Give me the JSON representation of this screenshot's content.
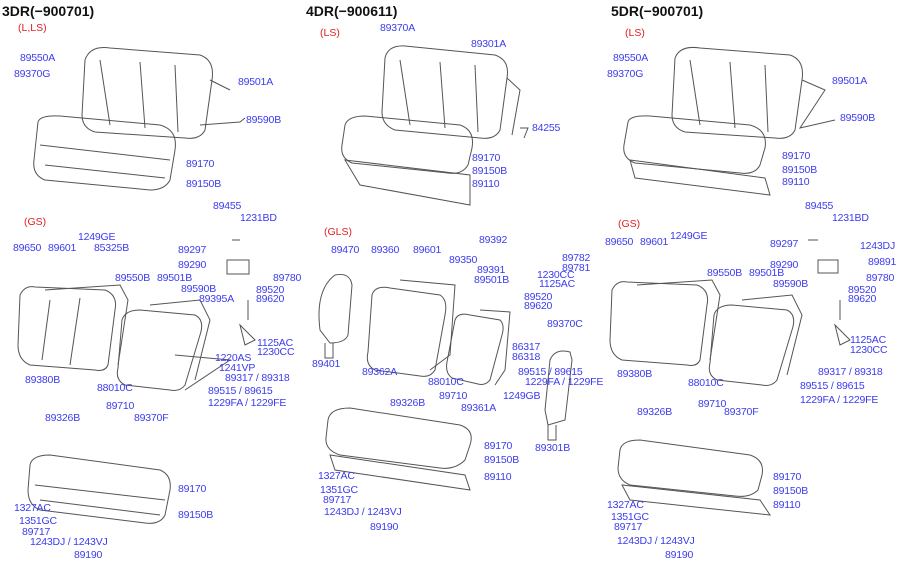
{
  "sections": [
    {
      "title": "3DR(−900701)",
      "tags": [
        "(L,LS)",
        "(GS)"
      ],
      "labels": [
        "89550A",
        "89370G",
        "89501A",
        "89590B",
        "89170",
        "89150B",
        "89455",
        "1231BD",
        "89650",
        "89601",
        "1249GE",
        "85325B",
        "89297",
        "89290",
        "89780",
        "89550B",
        "89501B",
        "89520",
        "89590B",
        "89620",
        "89395A",
        "1125AC",
        "1230CC",
        "1220AS",
        "1241VP",
        "89317 / 89318",
        "89380B",
        "88010C",
        "89515 / 89615",
        "1229FA / 1229FE",
        "89710",
        "89326B",
        "89370F",
        "89170",
        "89150B",
        "1327AC",
        "1351GC",
        "89717",
        "1243DJ / 1243VJ",
        "89190"
      ]
    },
    {
      "title": "4DR(−900611)",
      "tags": [
        "(LS)",
        "(GLS)"
      ],
      "labels": [
        "89370A",
        "89301A",
        "84255",
        "89170",
        "89150B",
        "89110",
        "89392",
        "89470",
        "89360",
        "89601",
        "89350",
        "89782",
        "89391",
        "89781",
        "1230CC",
        "1125AC",
        "89501B",
        "89520",
        "89620",
        "89370C",
        "86317",
        "86318",
        "89401",
        "89362A",
        "89515 / 89615",
        "88010C",
        "1229FA / 1229FE",
        "89710",
        "1249GB",
        "89326B",
        "89361A",
        "89301B",
        "89170",
        "89150B",
        "89110",
        "1327AC",
        "1351GC",
        "89717",
        "1243DJ / 1243VJ",
        "89190"
      ]
    },
    {
      "title": "5DR(−900701)",
      "tags": [
        "(LS)",
        "(GS)"
      ],
      "labels": [
        "89550A",
        "89370G",
        "89501A",
        "89590B",
        "89170",
        "89150B",
        "89110",
        "89455",
        "1231BD",
        "89650",
        "89601",
        "1249GE",
        "89297",
        "1243DJ",
        "89290",
        "89891",
        "89550B",
        "89501B",
        "89780",
        "89590B",
        "89520",
        "89620",
        "1125AC",
        "1230CC",
        "89317 / 89318",
        "89380B",
        "88010C",
        "89515 / 89615",
        "1229FA / 1229FE",
        "89710",
        "89326B",
        "89370F",
        "89170",
        "89150B",
        "89110",
        "1327AC",
        "1351GC",
        "89717",
        "1243DJ / 1243VJ",
        "89190"
      ]
    }
  ]
}
